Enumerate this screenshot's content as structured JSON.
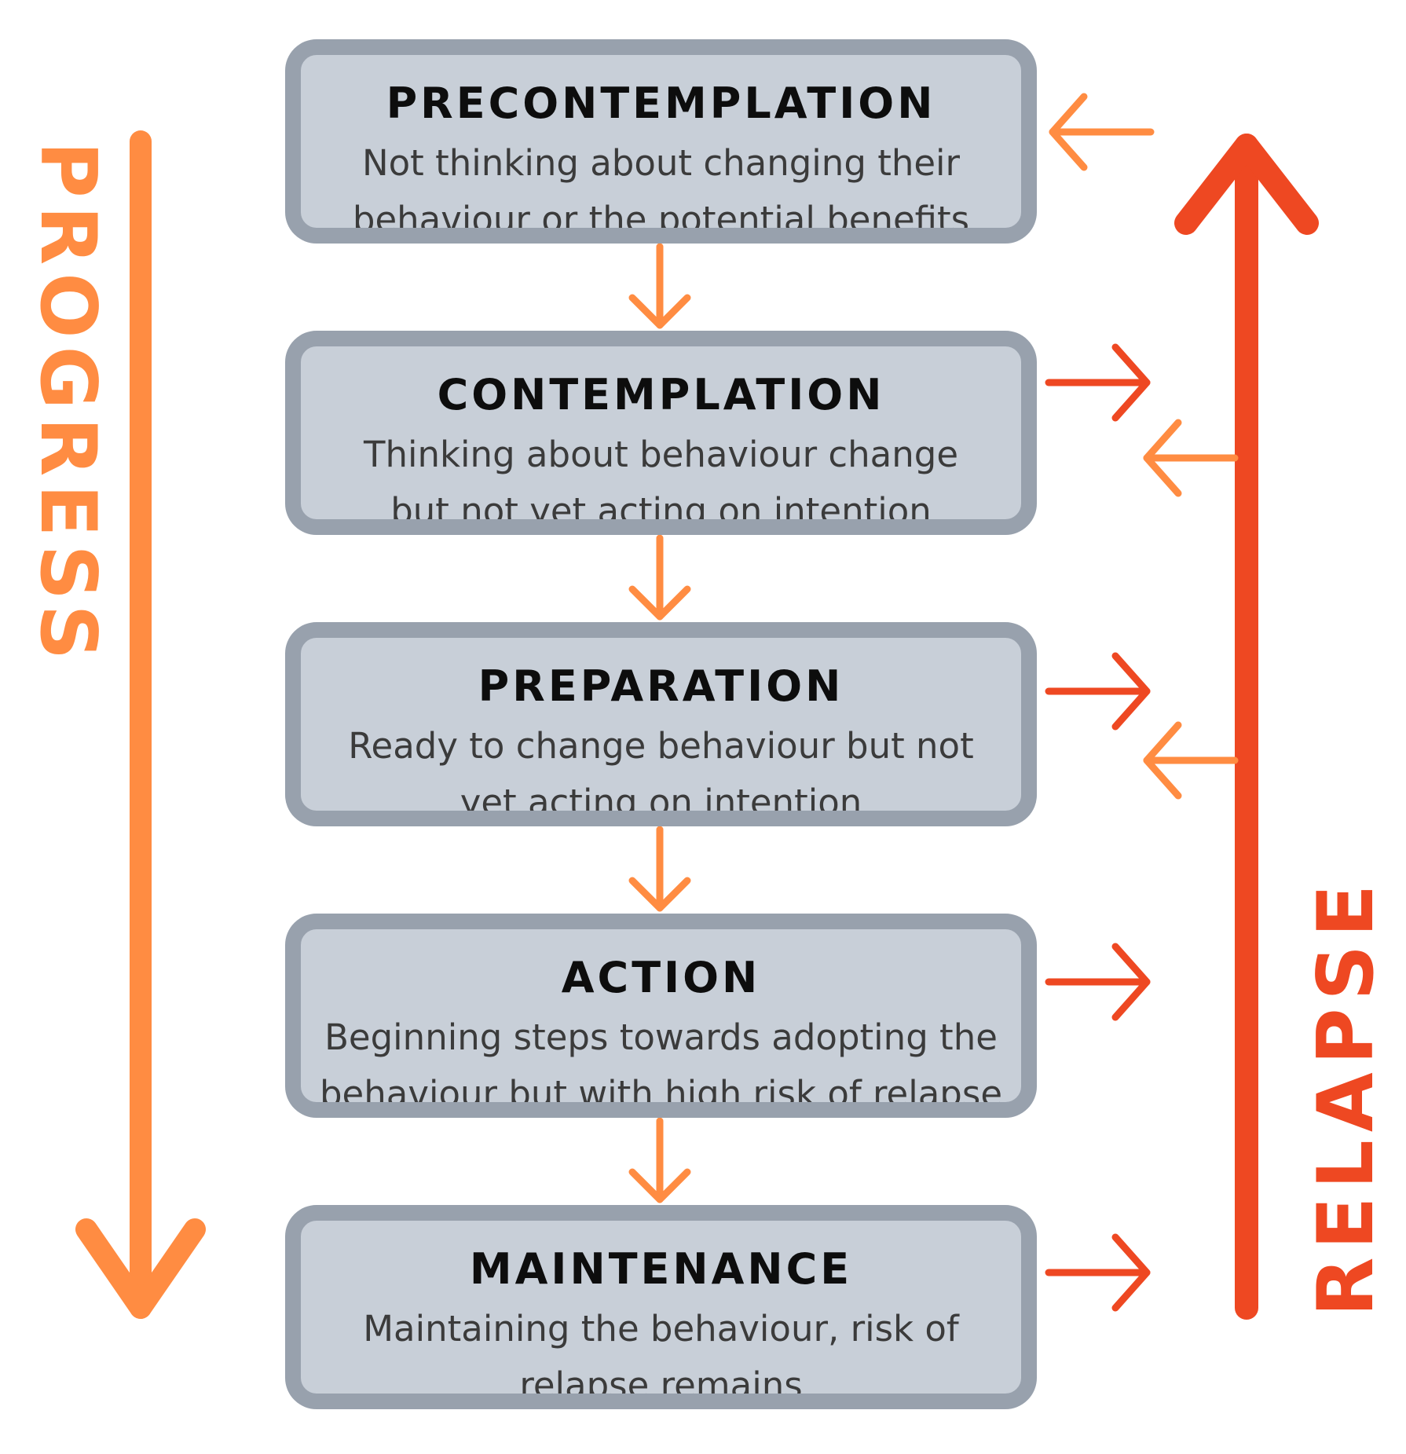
{
  "colors": {
    "progress": "#ff8c42",
    "relapse": "#ee4822",
    "box_fill": "#c8cfd8",
    "box_border": "#98a1ad",
    "title_text": "#0d0d0d",
    "desc_text": "#3b3b3b"
  },
  "side_labels": {
    "progress": "PROGRESS",
    "relapse": "RELAPSE"
  },
  "stages": [
    {
      "title": "PRECONTEMPLATION",
      "desc_line1": "Not thinking about changing their",
      "desc_line2": "behaviour or the potential benefits"
    },
    {
      "title": "CONTEMPLATION",
      "desc_line1": "Thinking about behaviour change",
      "desc_line2": "but not yet acting on intention"
    },
    {
      "title": "PREPARATION",
      "desc_line1": "Ready to change behaviour but not",
      "desc_line2": "yet acting on intention"
    },
    {
      "title": "ACTION",
      "desc_line1": "Beginning steps towards adopting the",
      "desc_line2": "behaviour but with high risk of relapse"
    },
    {
      "title": "MAINTENANCE",
      "desc_line1": "Maintaining the behaviour, risk of",
      "desc_line2": "relapse remains"
    }
  ]
}
